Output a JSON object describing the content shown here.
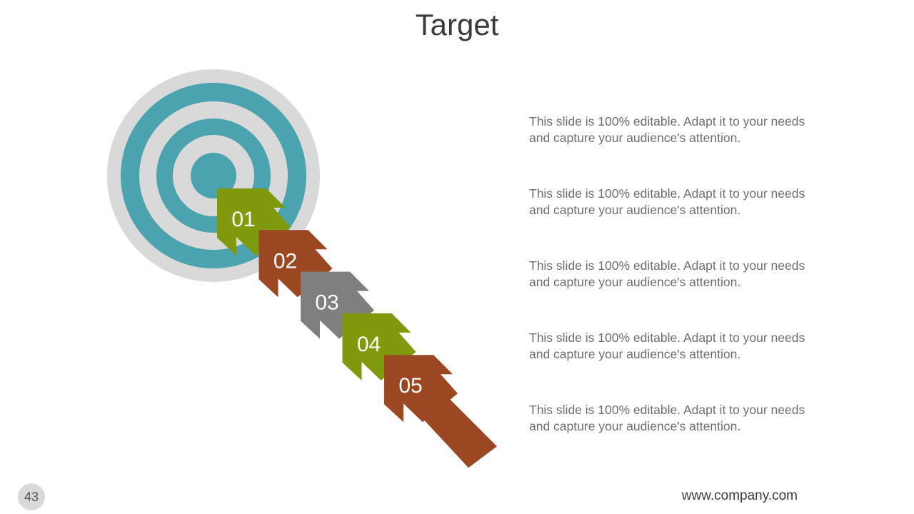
{
  "slide": {
    "title": "Target",
    "page_number": "43",
    "footer_url": "www.company.com"
  },
  "colors": {
    "teal": "#4aa3ae",
    "ring_gray": "#d9d9d9",
    "green": "#7f9a0d",
    "brown": "#9a4722",
    "gray": "#7f7f7f",
    "text_gray": "#6f6f6f"
  },
  "steps": [
    {
      "number": "01",
      "color": "green",
      "text": "This slide is 100% editable. Adapt it to your needs and capture your audience's attention."
    },
    {
      "number": "02",
      "color": "brown",
      "text": "This slide is 100% editable. Adapt it to your needs and capture your audience's attention."
    },
    {
      "number": "03",
      "color": "gray",
      "text": "This slide is 100% editable. Adapt it to your needs and capture your audience's attention."
    },
    {
      "number": "04",
      "color": "green",
      "text": "This slide is 100% editable. Adapt it to your needs and capture your audience's attention."
    },
    {
      "number": "05",
      "color": "brown",
      "text": "This slide is 100% editable. Adapt it to your needs and capture your audience's attention."
    }
  ]
}
